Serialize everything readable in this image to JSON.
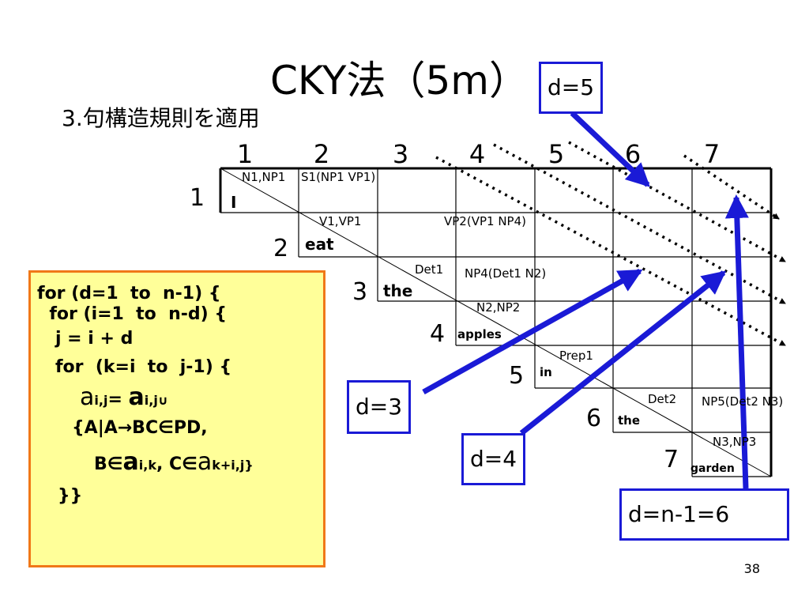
{
  "title": "CKY法（5m）",
  "subtitle": "3.句構造規則を適用",
  "columns": [
    "1",
    "2",
    "3",
    "4",
    "5",
    "6",
    "7"
  ],
  "rows": [
    "1",
    "2",
    "3",
    "4",
    "5",
    "6",
    "7"
  ],
  "words": [
    "I",
    "eat",
    "the",
    "apples",
    "in",
    "the",
    "garden"
  ],
  "cells": {
    "n1np1": "N1,NP1",
    "s1": "S1(NP1 VP1)",
    "v1vp1": "V1,VP1",
    "vp2": "VP2(VP1 NP4)",
    "det1": "Det1",
    "np4": "NP4(Det1 N2)",
    "n2np2": "N2,NP2",
    "prep1": "Prep1",
    "det2": "Det2",
    "np5": "NP5(Det2 N3)",
    "n3np3": "N3,NP3"
  },
  "callouts": {
    "d5": "d=5",
    "d3": "d=3",
    "d4": "d=4",
    "d6": "d=n-1=6"
  },
  "code": {
    "line1": "for (d=1  to  n-1) {",
    "line2": "  for (i=1  to  n-d) {",
    "line3": "   j = i + d",
    "line4": "   for  (k=i  to  j-1) {",
    "line5a": "a",
    "line5b": "i,j",
    "line5c": "= ",
    "line5d": "a",
    "line5e": "i,j∪",
    "line6": "{A|A→BC∈PD,",
    "line7a": "B∈",
    "line7b": "a",
    "line7c": "i,k",
    "line7d": ", C∈",
    "line7e": "a",
    "line7f": "k+i,j}",
    "line8": "}}"
  },
  "page_number": "38",
  "colors": {
    "callout_border": "#1a1ad6",
    "arrow": "#1a1ad6",
    "code_bg": "#ffff99",
    "code_border": "#f07818"
  }
}
